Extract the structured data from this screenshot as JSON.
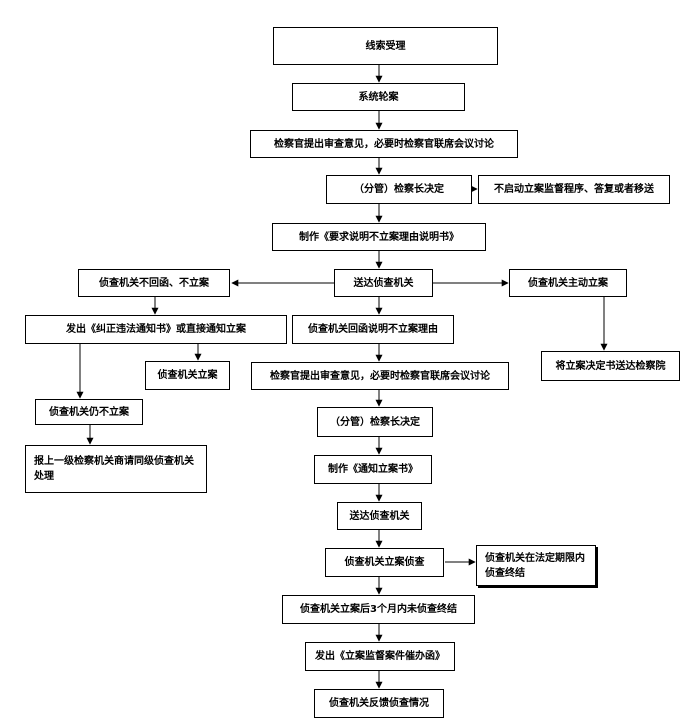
{
  "nodes": {
    "n1": "线索受理",
    "n2": "系统轮案",
    "n3": "检察官提出审查意见，必要时检察官联席会议讨论",
    "n4": "（分管）检察长决定",
    "n5": "不启动立案监督程序、答复或者移送",
    "n6": "制作《要求说明不立案理由说明书》",
    "n7": "送达侦查机关",
    "n8": "侦查机关不回函、不立案",
    "n9": "侦查机关主动立案",
    "n10": "发出《纠正违法通知书》或直接通知立案",
    "n11": "侦查机关回函说明不立案理由",
    "n12": "将立案决定书送达检察院",
    "n13": "侦查机关立案",
    "n14": "检察官提出审查意见，必要时检察官联席会议讨论",
    "n15": "侦查机关仍不立案",
    "n16": "（分管）检察长决定",
    "n17": "报上一级检察机关商请同级侦查机关处理",
    "n18": "制作《通知立案书》",
    "n19": "送达侦查机关",
    "n20": "侦查机关立案侦查",
    "n21": "侦查机关在法定期限内侦查终结",
    "n22": "侦查机关立案后3个月内未侦查终结",
    "n23": "发出《立案监督案件催办函》",
    "n24": "侦查机关反馈侦查情况"
  }
}
